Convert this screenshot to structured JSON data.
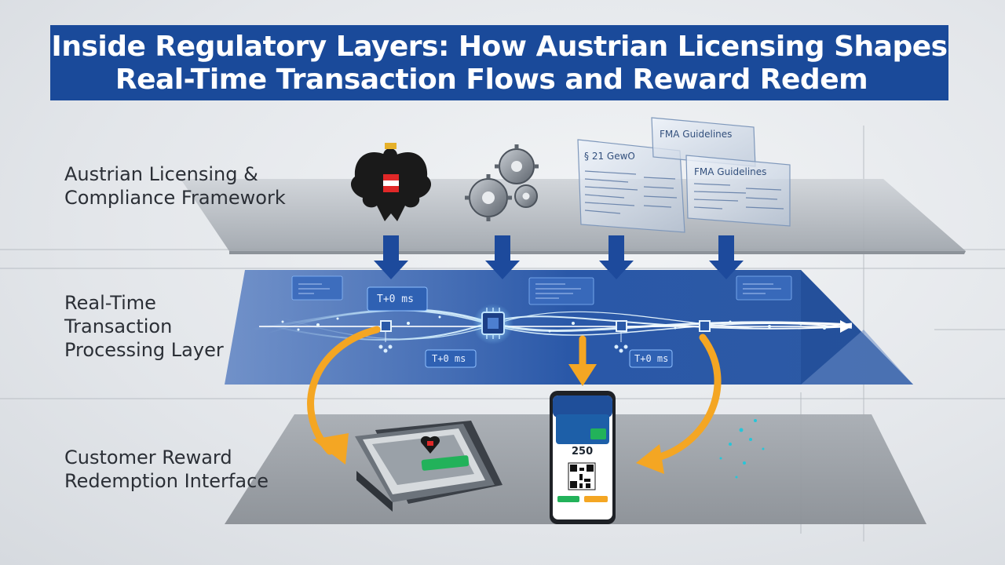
{
  "title": {
    "line1": "Inside Regulatory Layers: How Austrian Licensing Shapes",
    "line2": "Real-Time Transaction Flows and Reward Redem"
  },
  "layers": [
    {
      "label_line1": "Austrian Licensing &",
      "label_line2": "Compliance Framework"
    },
    {
      "label_line1": "Real-Time",
      "label_line2": "Transaction",
      "label_line3": "Processing Layer"
    },
    {
      "label_line1": "Customer Reward",
      "label_line2": "Redemption Interface"
    }
  ],
  "documents": {
    "doc1_title": "§ 21 GewO",
    "doc2_title": "FMA Guidelines",
    "doc3_title": "FMA Guidelines"
  },
  "latency_tags": [
    "T+0 ms",
    "T+0 ms",
    "T+0 ms"
  ],
  "phone": {
    "points": "250"
  },
  "colors": {
    "title_bg": "#1a4a9a",
    "processing_layer": "#2f5ea9",
    "arrow_blue": "#1d4a9c",
    "arrow_orange": "#f4a623",
    "reward_green": "#22b25a"
  },
  "icons": [
    "austrian-eagle-icon",
    "gears-icon",
    "chip-icon",
    "node-icon",
    "qr-code-icon"
  ]
}
